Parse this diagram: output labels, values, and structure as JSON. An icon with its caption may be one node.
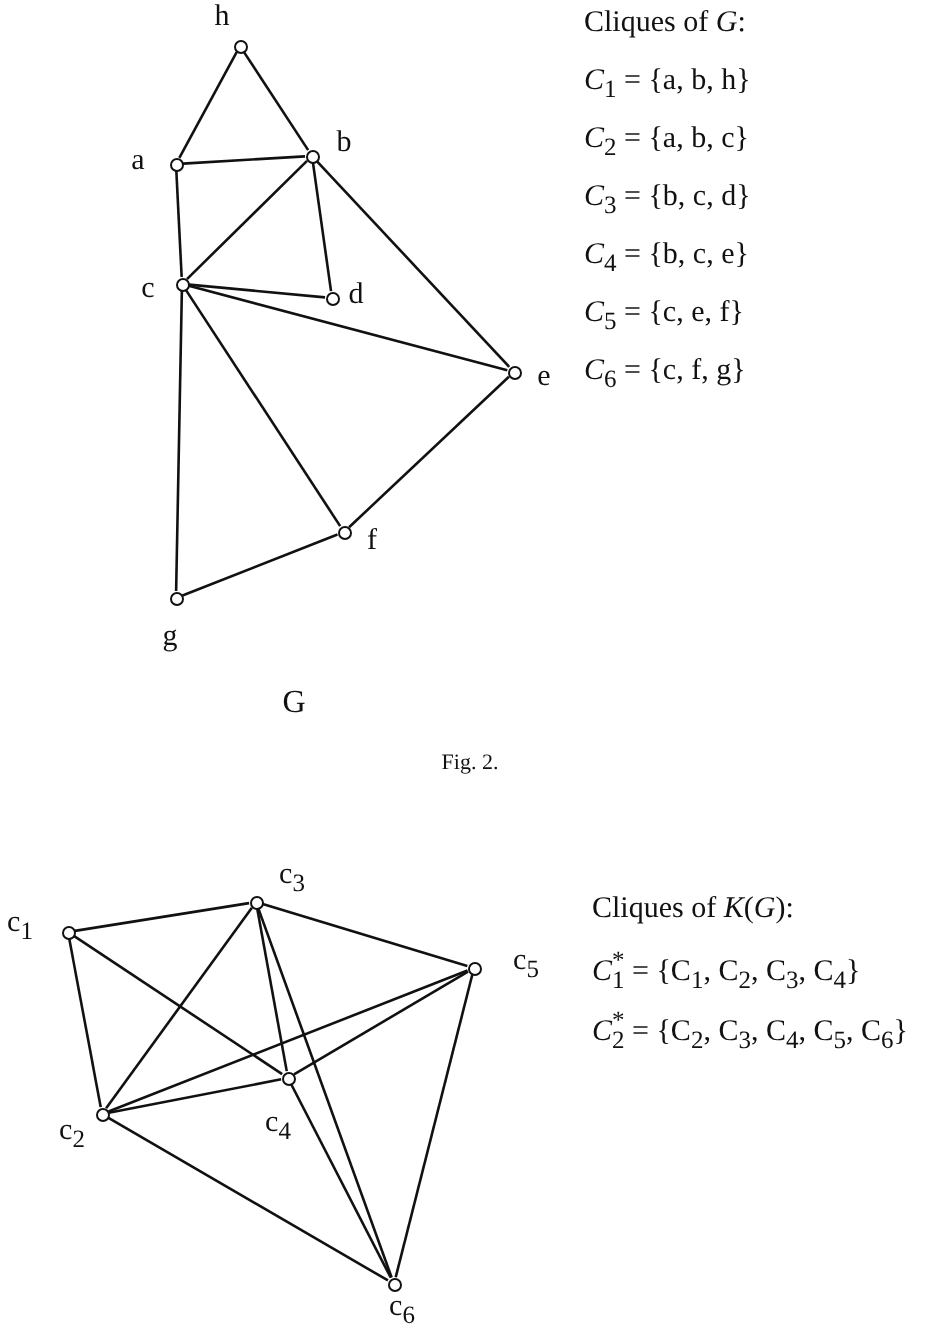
{
  "diagram": {
    "caption": "Fig. 2.",
    "nodes": [
      {
        "text": [],
        "shape": "circle",
        "beside": [
          "h"
        ]
      },
      {
        "text": [],
        "shape": "circle",
        "beside": [
          "a"
        ]
      },
      {
        "text": [],
        "shape": "circle",
        "beside": [
          "b"
        ]
      },
      {
        "text": [],
        "shape": "circle",
        "beside": [
          "c"
        ]
      },
      {
        "text": [],
        "shape": "circle",
        "beside": [
          "d"
        ]
      },
      {
        "text": [],
        "shape": "circle",
        "beside": [
          "e"
        ]
      },
      {
        "text": [],
        "shape": "circle",
        "beside": [
          "f"
        ]
      },
      {
        "text": [],
        "shape": "circle",
        "beside": [
          "g"
        ]
      },
      {
        "text": [],
        "shape": "circle",
        "beside": [
          "c$_{1}$"
        ]
      },
      {
        "text": [],
        "shape": "circle",
        "beside": [
          "c$_{2}$"
        ]
      },
      {
        "text": [],
        "shape": "circle",
        "beside": [
          "c$_{3}$"
        ]
      },
      {
        "text": [],
        "shape": "circle",
        "beside": [
          "c$_{4}$"
        ]
      },
      {
        "text": [],
        "shape": "circle",
        "beside": [
          "c$_{5}$"
        ]
      },
      {
        "text": [],
        "shape": "circle",
        "beside": [
          "c$_{6}$"
        ]
      }
    ],
    "edges": [
      {
        "from": 0,
        "to": 1,
        "arrow": "none"
      },
      {
        "from": 0,
        "to": 2,
        "arrow": "none"
      },
      {
        "from": 1,
        "to": 2,
        "arrow": "none"
      },
      {
        "from": 1,
        "to": 3,
        "arrow": "none"
      },
      {
        "from": 2,
        "to": 3,
        "arrow": "none"
      },
      {
        "from": 2,
        "to": 4,
        "arrow": "none"
      },
      {
        "from": 3,
        "to": 4,
        "arrow": "none"
      },
      {
        "from": 2,
        "to": 5,
        "arrow": "none"
      },
      {
        "from": 3,
        "to": 5,
        "arrow": "none"
      },
      {
        "from": 3,
        "to": 6,
        "arrow": "none"
      },
      {
        "from": 5,
        "to": 6,
        "arrow": "none"
      },
      {
        "from": 3,
        "to": 7,
        "arrow": "none"
      },
      {
        "from": 6,
        "to": 7,
        "arrow": "none"
      },
      {
        "from": 8,
        "to": 10,
        "arrow": "none"
      },
      {
        "from": 8,
        "to": 9,
        "arrow": "none"
      },
      {
        "from": 8,
        "to": 11,
        "arrow": "none"
      },
      {
        "from": 10,
        "to": 12,
        "arrow": "none"
      },
      {
        "from": 9,
        "to": 10,
        "arrow": "none"
      },
      {
        "from": 10,
        "to": 11,
        "arrow": "none"
      },
      {
        "from": 10,
        "to": 13,
        "arrow": "none"
      },
      {
        "from": 9,
        "to": 12,
        "arrow": "none"
      },
      {
        "from": 9,
        "to": 11,
        "arrow": "none"
      },
      {
        "from": 11,
        "to": 12,
        "arrow": "none"
      },
      {
        "from": 9,
        "to": 13,
        "arrow": "none"
      },
      {
        "from": 11,
        "to": 13,
        "arrow": "none"
      },
      {
        "from": 12,
        "to": 13,
        "arrow": "none"
      }
    ],
    "labels": [
      "Cliques of *G*:",
      "*C*$_{1}$ = {a, b, h}",
      "*C*$_{2}$ = {a, b, c}",
      "*C*$_{3}$ = {b, c, d}",
      "*C*$_{4}$ = {b, c, e}",
      "*C*$_{5}$ = {c, e, f}",
      "*C*$_{6}$ = {c, f, g}",
      "G",
      "Cliques of *K*(*G*):",
      "*C*$^{*}$$_{1}$ = {C$_{1}$, C$_{2}$, C$_{3}$, C$_{4}$}",
      "*C*$^{*}$$_{2}$ = {C$_{2}$, C$_{3}$, C$_{4}$, C$_{5}$, C$_{6}$}"
    ]
  }
}
